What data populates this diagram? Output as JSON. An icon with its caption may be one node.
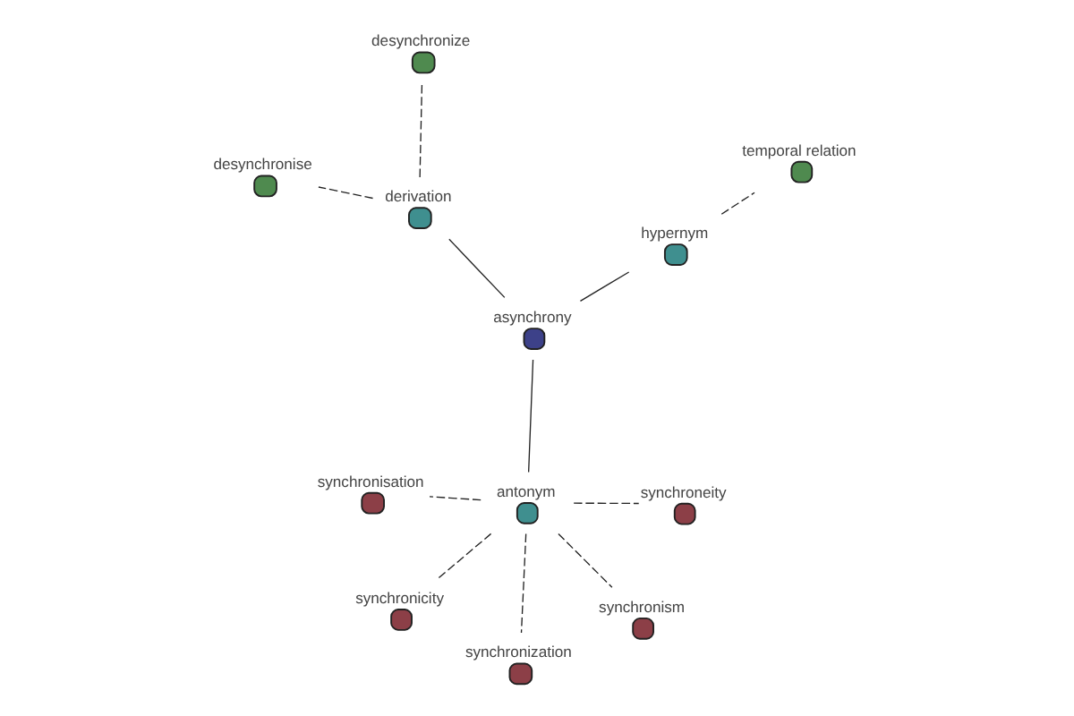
{
  "diagram": {
    "nodes": [
      {
        "text": [
          "temporal relation"
        ]
      },
      {
        "text": [
          "hypernym"
        ]
      },
      {
        "text": [
          "derivation"
        ]
      },
      {
        "text": [
          "desynchronize"
        ]
      },
      {
        "text": [
          "asynchrony"
        ]
      },
      {
        "text": [
          "desynchronise"
        ]
      },
      {
        "text": [
          "synchronization"
        ]
      },
      {
        "text": [
          "antonym"
        ]
      },
      {
        "text": [
          "synchronicity"
        ]
      },
      {
        "text": [
          "synchroneity"
        ]
      },
      {
        "text": [
          "synchronism"
        ]
      },
      {
        "text": [
          "synchronisation"
        ]
      }
    ],
    "edges": [
      {
        "from": 4,
        "to": 1,
        "arrow": "none"
      },
      {
        "from": 1,
        "to": 0,
        "arrow": "none",
        "style": "dashed"
      },
      {
        "from": 4,
        "to": 2,
        "arrow": "none"
      },
      {
        "from": 2,
        "to": 3,
        "arrow": "none",
        "style": "dashed"
      },
      {
        "from": 2,
        "to": 5,
        "arrow": "none",
        "style": "dashed"
      },
      {
        "from": 4,
        "to": 7,
        "arrow": "none"
      },
      {
        "from": 7,
        "to": 6,
        "arrow": "none",
        "style": "dashed"
      },
      {
        "from": 7,
        "to": 8,
        "arrow": "none",
        "style": "dashed"
      },
      {
        "from": 7,
        "to": 9,
        "arrow": "none",
        "style": "dashed"
      },
      {
        "from": 7,
        "to": 10,
        "arrow": "none",
        "style": "dashed"
      },
      {
        "from": 7,
        "to": 11,
        "arrow": "none",
        "style": "dashed"
      }
    ]
  }
}
